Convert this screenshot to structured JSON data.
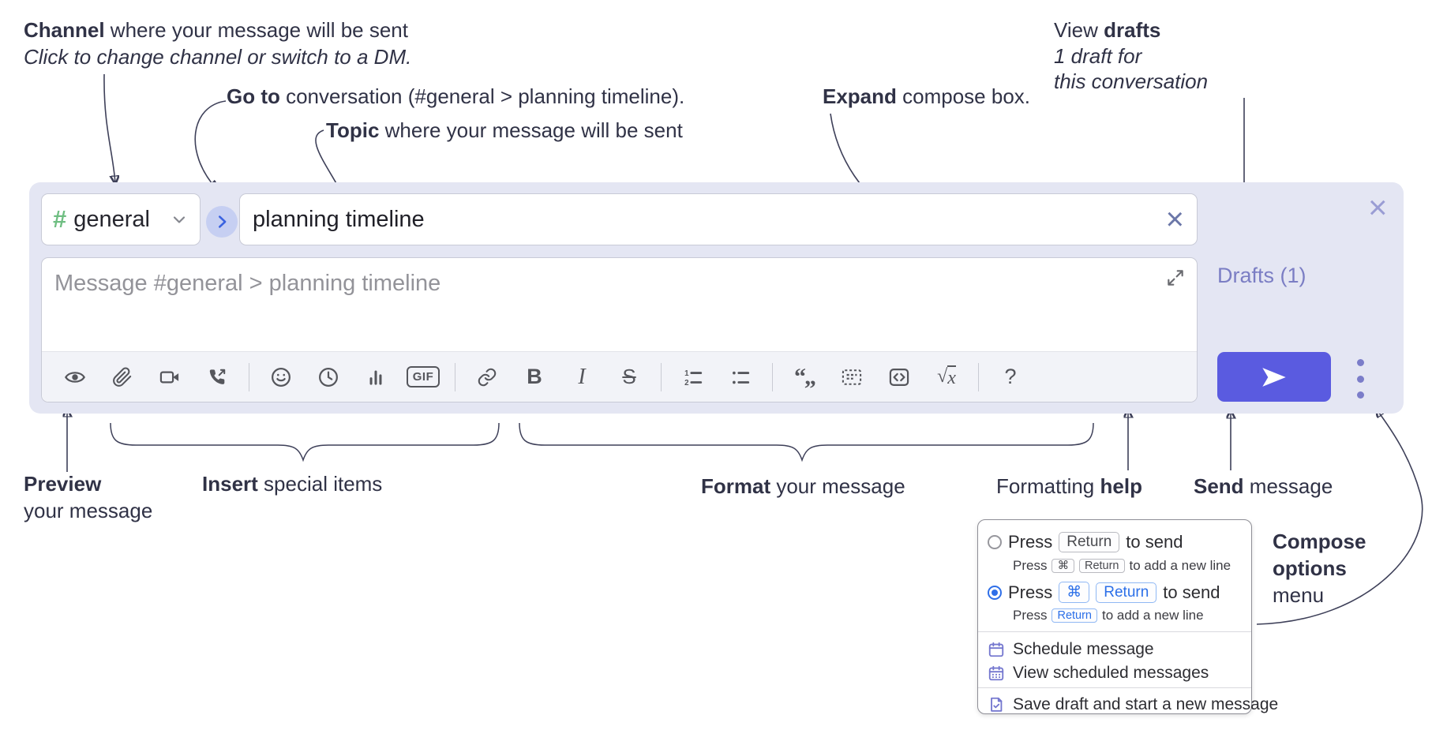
{
  "annotations": {
    "channel_bold": "Channel",
    "channel_rest": " where your message will be sent",
    "channel_sub": "Click to change channel or switch to a DM.",
    "goto_bold": "Go to",
    "goto_rest": " conversation (#general > planning timeline).",
    "topic_bold": "Topic",
    "topic_rest": " where your message will be sent",
    "expand_bold": "Expand",
    "expand_rest": " compose box.",
    "drafts_pre": "View ",
    "drafts_bold": "drafts",
    "drafts_line2": "1 draft for",
    "drafts_line3": "this conversation",
    "preview_bold": "Preview",
    "preview_line2": "your message",
    "insert_bold": "Insert",
    "insert_rest": " special items",
    "format_bold": "Format",
    "format_rest": " your message",
    "help_pre": "Formatting ",
    "help_bold": "help",
    "send_bold": "Send",
    "send_rest": " message",
    "compose_opts_line1": "Compose",
    "compose_opts_line2": "options",
    "compose_opts_line3": "menu"
  },
  "compose": {
    "channel_hash": "#",
    "channel_name": "general",
    "topic_value": "planning timeline",
    "clear_topic_glyph": "×",
    "close_glyph": "×",
    "message_placeholder": "Message #general > planning timeline",
    "drafts_label": "Drafts (1)",
    "toolbar": {
      "bold_label": "B",
      "italic_label": "I",
      "strike_label": "S",
      "gif_label": "GIF",
      "quote_label": "“„",
      "math_root": "√",
      "math_var": "x",
      "help_label": "?"
    }
  },
  "popup": {
    "option1": {
      "press": "Press",
      "key1": "Return",
      "suffix": "to send",
      "sub_press": "Press",
      "sub_key1": "⌘",
      "sub_key2": "Return",
      "sub_suffix": "to add a new line"
    },
    "option2": {
      "press": "Press",
      "key1": "⌘",
      "key2": "Return",
      "suffix": "to send",
      "sub_press": "Press",
      "sub_key1": "Return",
      "sub_suffix": "to add a new line"
    },
    "items": [
      {
        "label": "Schedule message"
      },
      {
        "label": "View scheduled messages"
      },
      {
        "label": "Save draft and start a new message"
      }
    ]
  },
  "colors": {
    "compose_bg": "#e4e6f3",
    "send_button": "#5a5be0",
    "drafts_link": "#7b7ec4",
    "channel_hash_green": "#6fbe82",
    "goto_circle_bg": "#c6cff2",
    "goto_chevron_blue": "#3b63e0",
    "selected_radio_blue": "#2f6fe8",
    "blue_key": "#2b6fe8",
    "annotation_text": "#303246",
    "toolbar_icon_gray": "#55565c",
    "toolbar_bg": "#f2f3f8"
  }
}
